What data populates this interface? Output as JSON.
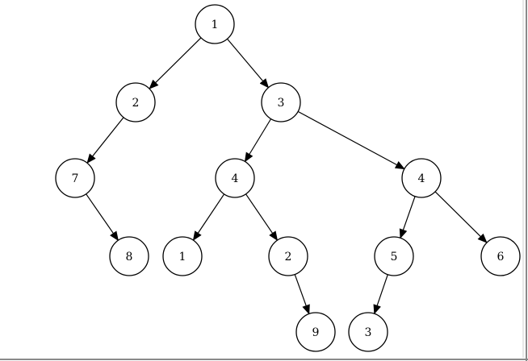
{
  "diagram": {
    "type": "binary-tree",
    "colors": {
      "node_fill": "#ffffff",
      "node_stroke": "#000000",
      "edge": "#000000",
      "background": "#ffffff",
      "frame_shadow": "#8a8a8a"
    },
    "nodes": [
      {
        "id": "n1",
        "label": "1"
      },
      {
        "id": "n2",
        "label": "2"
      },
      {
        "id": "n3",
        "label": "3"
      },
      {
        "id": "n7",
        "label": "7"
      },
      {
        "id": "n8",
        "label": "8"
      },
      {
        "id": "n4a",
        "label": "4"
      },
      {
        "id": "n4b",
        "label": "4"
      },
      {
        "id": "n1b",
        "label": "1"
      },
      {
        "id": "n2b",
        "label": "2"
      },
      {
        "id": "n9",
        "label": "9"
      },
      {
        "id": "n5",
        "label": "5"
      },
      {
        "id": "n6",
        "label": "6"
      },
      {
        "id": "n3b",
        "label": "3"
      }
    ],
    "edges": [
      {
        "from": "n1",
        "to": "n2"
      },
      {
        "from": "n1",
        "to": "n3"
      },
      {
        "from": "n2",
        "to": "n7"
      },
      {
        "from": "n7",
        "to": "n8"
      },
      {
        "from": "n3",
        "to": "n4a"
      },
      {
        "from": "n3",
        "to": "n4b"
      },
      {
        "from": "n4a",
        "to": "n1b"
      },
      {
        "from": "n4a",
        "to": "n2b"
      },
      {
        "from": "n2b",
        "to": "n9"
      },
      {
        "from": "n4b",
        "to": "n5"
      },
      {
        "from": "n4b",
        "to": "n6"
      },
      {
        "from": "n5",
        "to": "n3b"
      }
    ]
  }
}
